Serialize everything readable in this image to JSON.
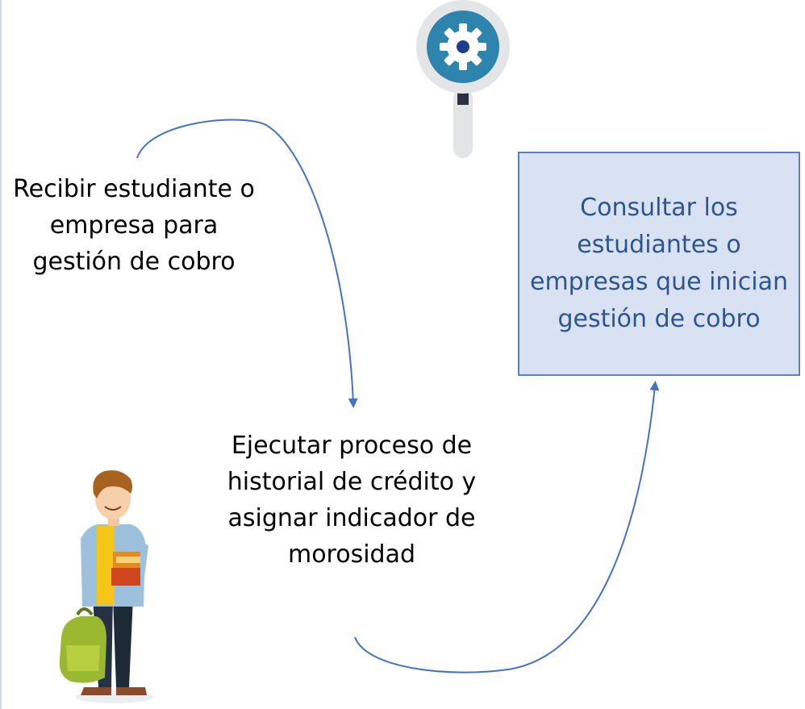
{
  "diagram": {
    "steps": {
      "receive": "Recibir estudiante o empresa para gestión de cobro",
      "execute": "Ejecutar proceso de historial de crédito y asignar indicador de morosidad",
      "consult": "Consultar los estudiantes o empresas que inician gestión de cobro"
    },
    "icons": {
      "top": "magnifier-gear-icon",
      "bottom_left": "student-illustration"
    },
    "colors": {
      "arrow": "#4472c4",
      "box_fill": "#d9e2f3",
      "box_border": "#5b7fc0",
      "box_text": "#2e5590",
      "text": "#000000"
    }
  }
}
